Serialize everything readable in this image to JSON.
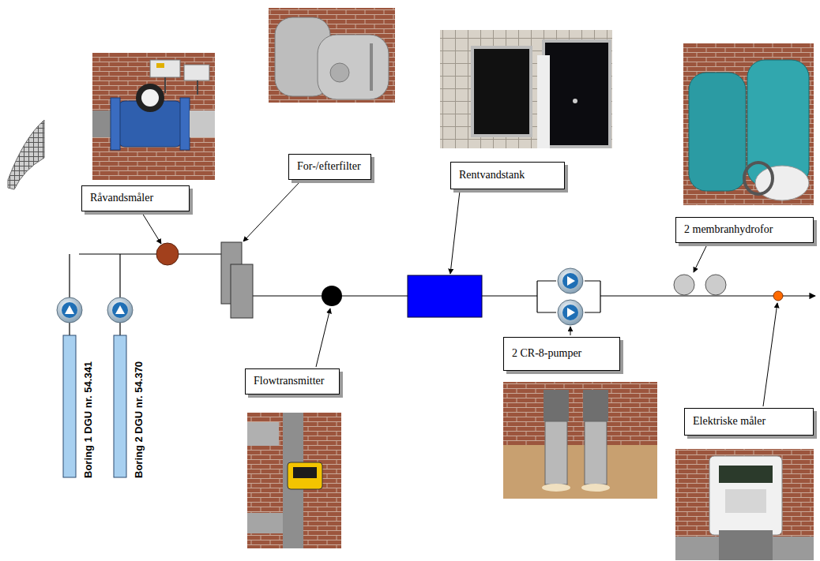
{
  "diagram": {
    "nodes": [
      {
        "text": [
          "Råvandsmåler"
        ]
      },
      {
        "text": [
          "For-/efterfilter"
        ]
      },
      {
        "text": [
          "Rentvandstank"
        ]
      },
      {
        "text": [
          "2 membranhydrofor"
        ]
      },
      {
        "text": [
          "Flowtransmitter"
        ]
      },
      {
        "text": [
          "2 CR-8-pumper"
        ]
      },
      {
        "text": [
          "Elektriske måler"
        ]
      }
    ],
    "labels": [
      "Boring 1 DGU nr. 54.341",
      "Boring 2 DGU nr. 54.370"
    ]
  }
}
